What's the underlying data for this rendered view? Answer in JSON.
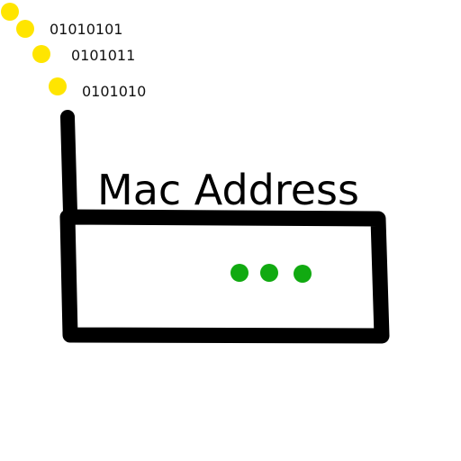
{
  "title": "Mac Address",
  "binary_strings": [
    "01010101",
    "0101011",
    "0101010"
  ],
  "colors": {
    "background": "#ffffff",
    "outline": "#000000",
    "signal_dots": "#ffe500",
    "status_lights": "#11aa11"
  },
  "icons": {
    "device": "router-icon",
    "antenna": "antenna-icon",
    "signal": "signal-dots-icon",
    "lights": "status-lights-icon"
  }
}
